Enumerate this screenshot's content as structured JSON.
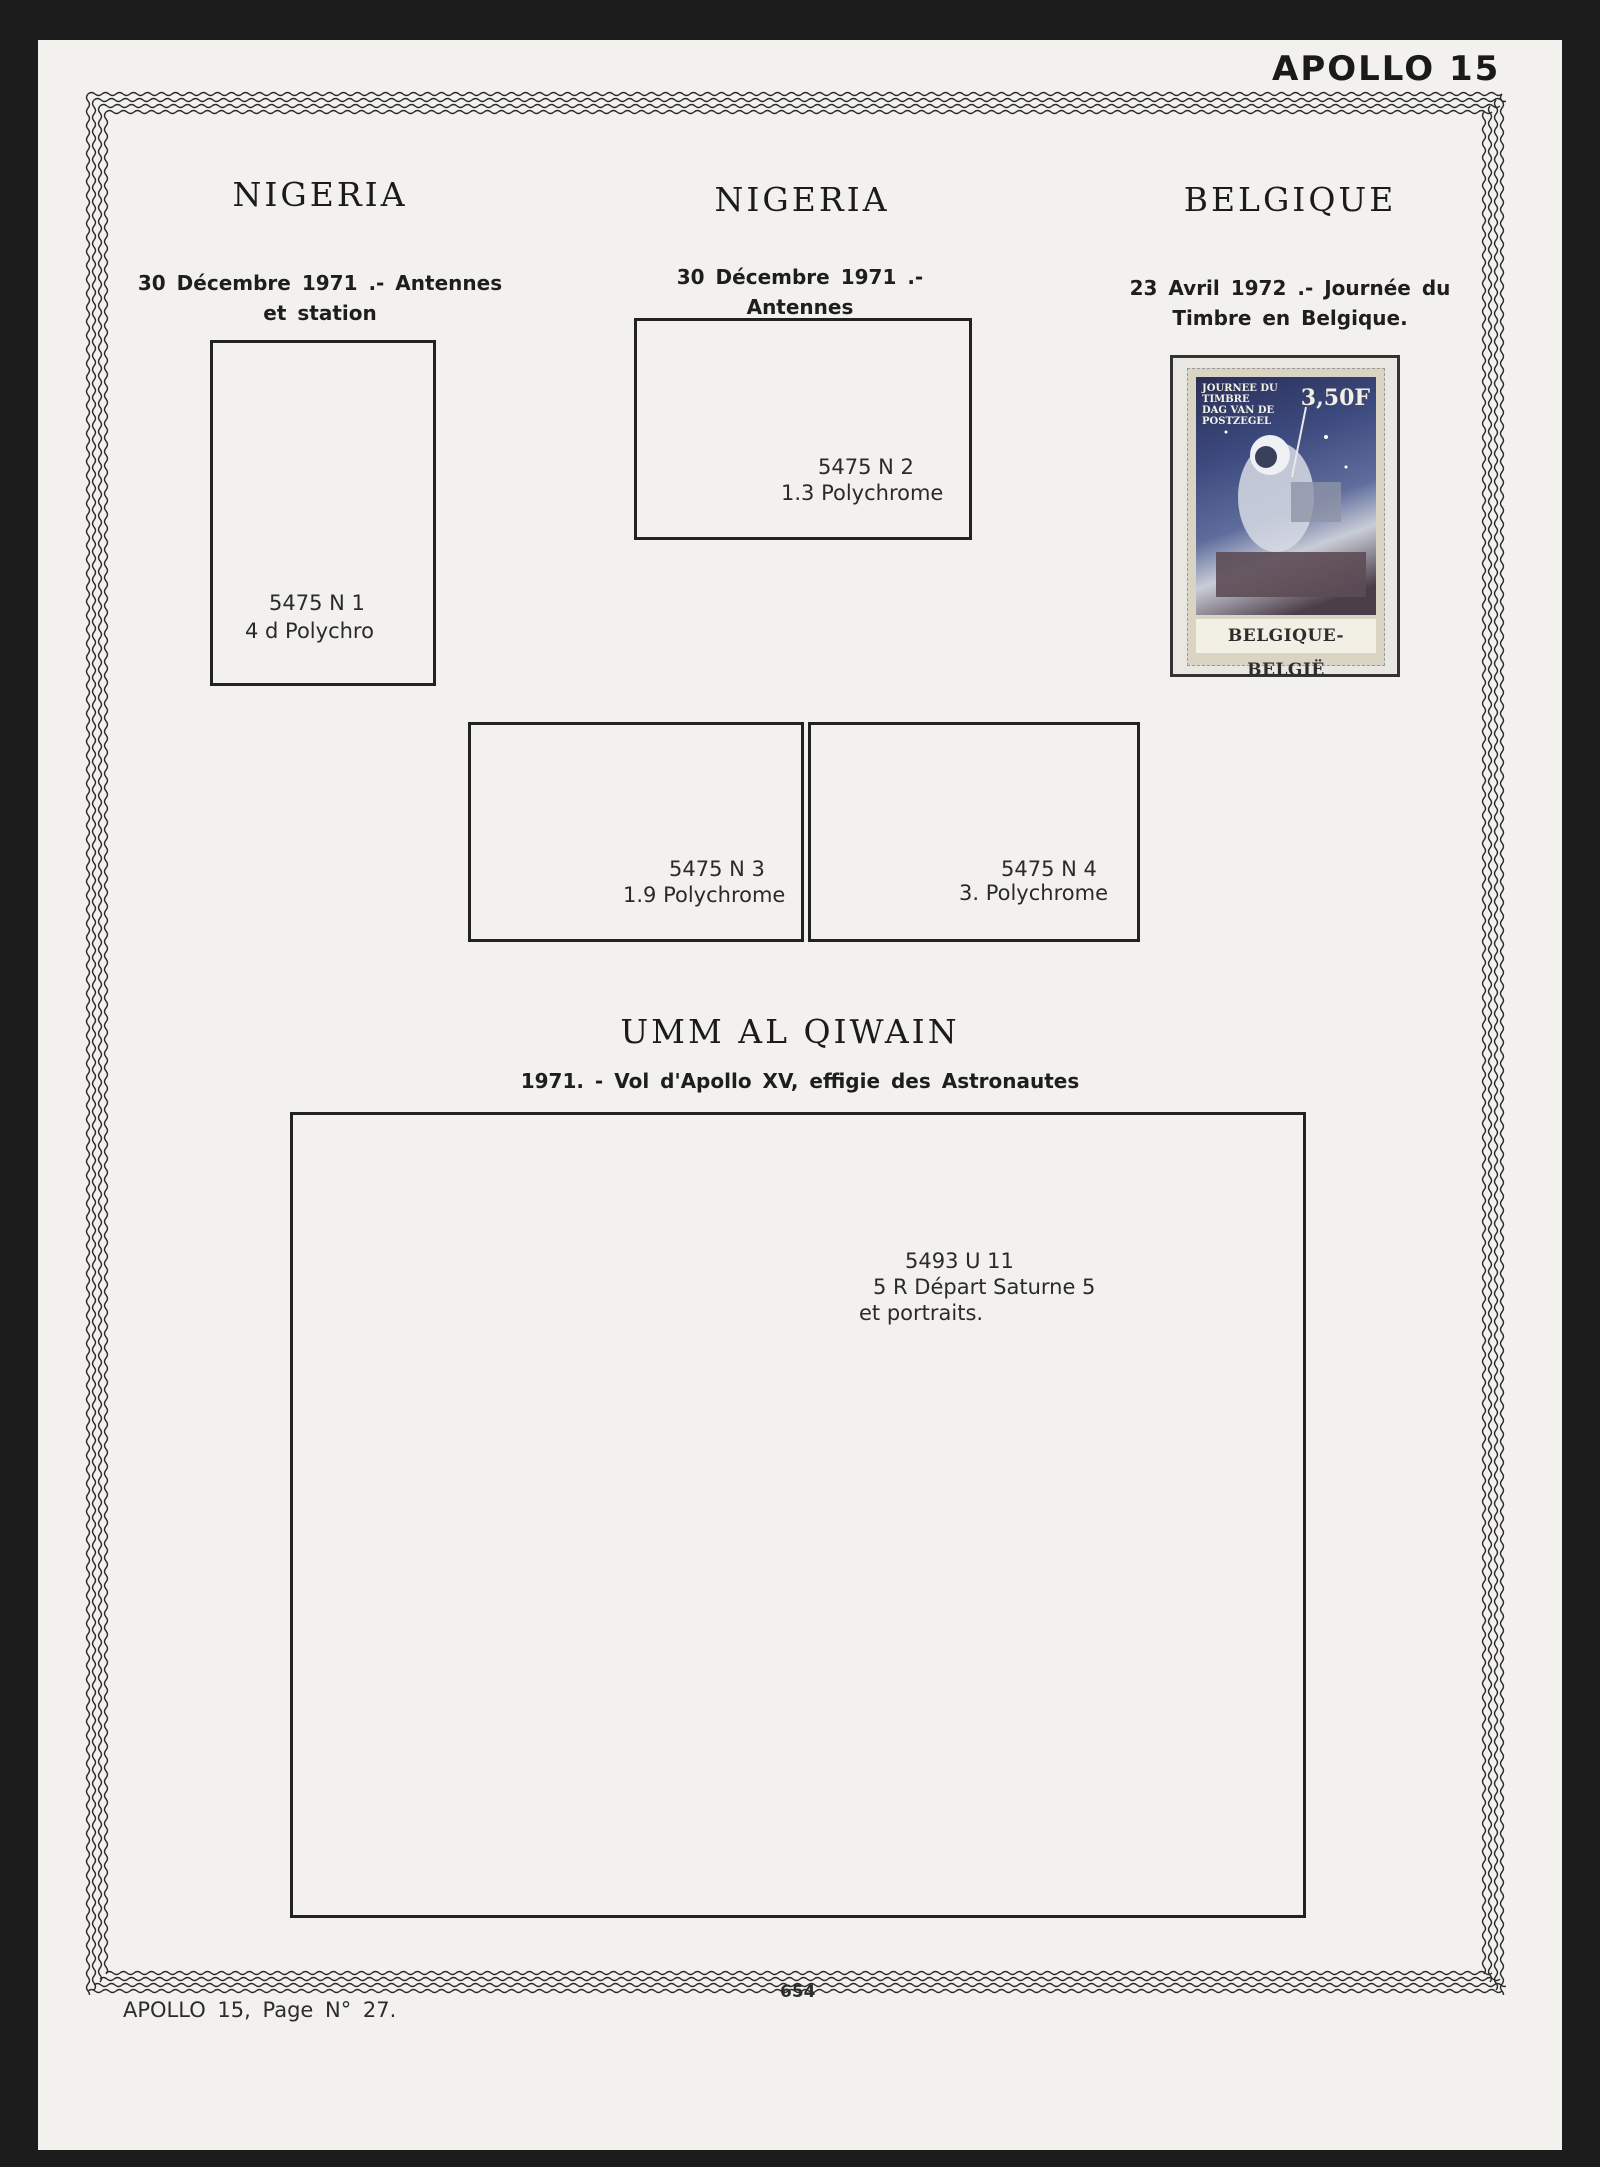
{
  "header": {
    "title": "APOLLO 15"
  },
  "sections": [
    {
      "country": "NIGERIA",
      "description": [
        "30 Décembre 1971 .- Antennes",
        "et station"
      ],
      "box": {
        "code": "5475 N 1",
        "text": "4 d Polychro"
      }
    },
    {
      "country": "NIGERIA",
      "description": [
        "30 Décembre 1971 .- Antennes"
      ],
      "box": {
        "code": "5475 N 2",
        "text": "1.3 Polychrome"
      }
    },
    {
      "country": "BELGIQUE",
      "description": [
        "23 Avril 1972 .- Journée du",
        "Timbre en Belgique."
      ],
      "stamp": {
        "top_line_1": "JOURNEE DU TIMBRE",
        "top_line_2": "DAG VAN DE POSTZEGEL",
        "value": "3,50F",
        "bottom": "BELGIQUE-BELGIË"
      }
    }
  ],
  "middle_boxes": [
    {
      "code": "5475 N 3",
      "text": "1.9 Polychrome"
    },
    {
      "code": "5475 N 4",
      "text": "3.  Polychrome"
    }
  ],
  "umm": {
    "country": "UMM AL QIWAIN",
    "description": "1971. - Vol d'Apollo XV, effigie des Astronautes",
    "box": {
      "code": "5493 U 11",
      "line2": "5 R Départ Saturne 5",
      "line3": "et portraits."
    }
  },
  "footer": {
    "left": "APOLLO 15, Page  N° 27.",
    "page_number": "654"
  }
}
